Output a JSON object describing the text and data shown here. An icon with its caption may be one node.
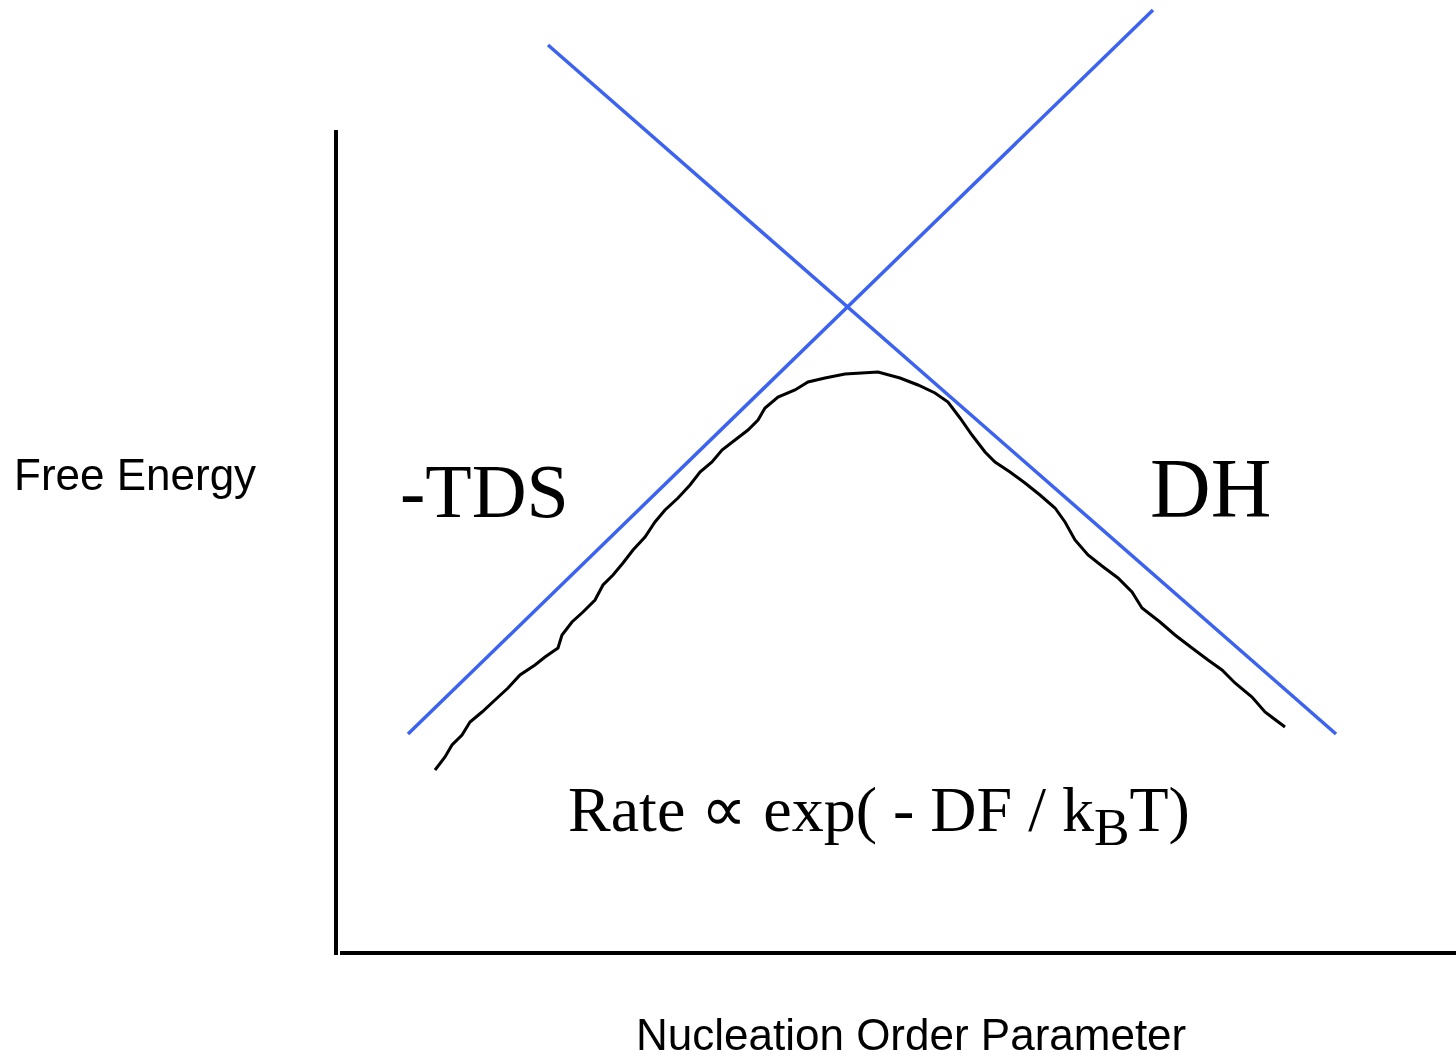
{
  "diagram": {
    "labels": [
      "Free Energy",
      "-TDS",
      "DH",
      "Rate ∝ exp( - DF / k$_{B}$T)",
      "Nucleation Order Parameter"
    ]
  }
}
